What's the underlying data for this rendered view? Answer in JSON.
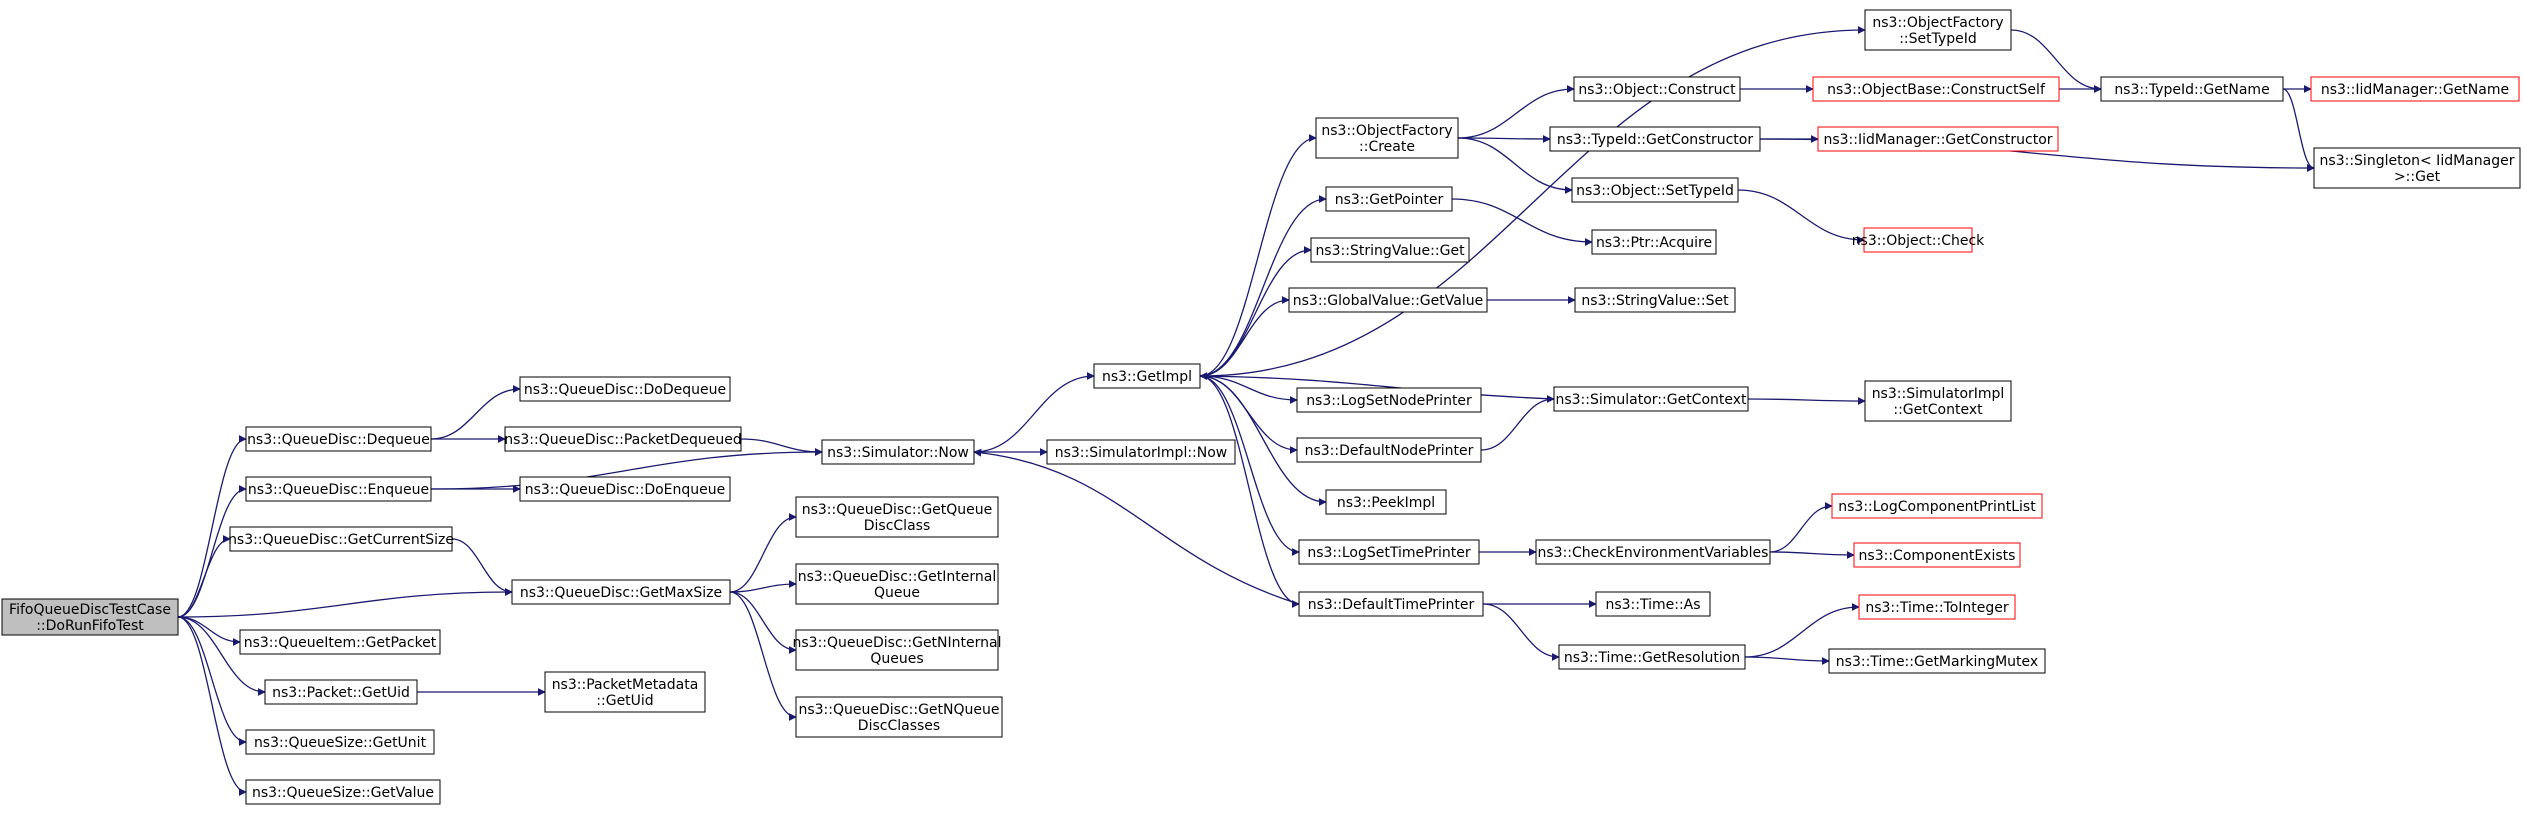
{
  "colors": {
    "edge": "#191970",
    "border": "#000000",
    "border_truncated": "#ff0000",
    "root_fill": "#bfbfbf",
    "fill": "#ffffff"
  },
  "graph": {
    "nodes": [
      {
        "id": "root",
        "lines": [
          "FifoQueueDiscTestCase",
          "::DoRunFifoTest"
        ],
        "root": true
      },
      {
        "id": "qd_dequeue",
        "lines": [
          "ns3::QueueDisc::Dequeue"
        ]
      },
      {
        "id": "qd_enqueue",
        "lines": [
          "ns3::QueueDisc::Enqueue"
        ]
      },
      {
        "id": "qd_getcursize",
        "lines": [
          "ns3::QueueDisc::GetCurrentSize"
        ]
      },
      {
        "id": "qi_getpacket",
        "lines": [
          "ns3::QueueItem::GetPacket"
        ]
      },
      {
        "id": "pkt_getuid",
        "lines": [
          "ns3::Packet::GetUid"
        ]
      },
      {
        "id": "qs_getunit",
        "lines": [
          "ns3::QueueSize::GetUnit"
        ]
      },
      {
        "id": "qs_getvalue",
        "lines": [
          "ns3::QueueSize::GetValue"
        ]
      },
      {
        "id": "qd_dodequeue",
        "lines": [
          "ns3::QueueDisc::DoDequeue"
        ]
      },
      {
        "id": "qd_pktdequeued",
        "lines": [
          "ns3::QueueDisc::PacketDequeued"
        ]
      },
      {
        "id": "qd_doenqueue",
        "lines": [
          "ns3::QueueDisc::DoEnqueue"
        ]
      },
      {
        "id": "qd_getmaxsize",
        "lines": [
          "ns3::QueueDisc::GetMaxSize"
        ]
      },
      {
        "id": "pm_getuid",
        "lines": [
          "ns3::PacketMetadata",
          "::GetUid"
        ]
      },
      {
        "id": "qd_getqdc",
        "lines": [
          "ns3::QueueDisc::GetQueue",
          "DiscClass"
        ]
      },
      {
        "id": "qd_getintq",
        "lines": [
          "ns3::QueueDisc::GetInternal",
          "Queue"
        ]
      },
      {
        "id": "qd_getnintq",
        "lines": [
          "ns3::QueueDisc::GetNInternal",
          "Queues"
        ]
      },
      {
        "id": "qd_getnqdc",
        "lines": [
          "ns3::QueueDisc::GetNQueue",
          "DiscClasses"
        ]
      },
      {
        "id": "sim_now",
        "lines": [
          "ns3::Simulator::Now"
        ]
      },
      {
        "id": "simimpl_now",
        "lines": [
          "ns3::SimulatorImpl::Now"
        ]
      },
      {
        "id": "getimpl",
        "lines": [
          "ns3::GetImpl"
        ]
      },
      {
        "id": "of_create",
        "lines": [
          "ns3::ObjectFactory",
          "::Create"
        ]
      },
      {
        "id": "getpointer",
        "lines": [
          "ns3::GetPointer"
        ]
      },
      {
        "id": "sv_get",
        "lines": [
          "ns3::StringValue::Get"
        ]
      },
      {
        "id": "gv_getvalue",
        "lines": [
          "ns3::GlobalValue::GetValue"
        ]
      },
      {
        "id": "logsetnode",
        "lines": [
          "ns3::LogSetNodePrinter"
        ]
      },
      {
        "id": "defnode",
        "lines": [
          "ns3::DefaultNodePrinter"
        ]
      },
      {
        "id": "peekimpl",
        "lines": [
          "ns3::PeekImpl"
        ]
      },
      {
        "id": "logsettime",
        "lines": [
          "ns3::LogSetTimePrinter"
        ]
      },
      {
        "id": "deftime",
        "lines": [
          "ns3::DefaultTimePrinter"
        ]
      },
      {
        "id": "of_settypeid",
        "lines": [
          "ns3::ObjectFactory",
          "::SetTypeId"
        ]
      },
      {
        "id": "obj_construct",
        "lines": [
          "ns3::Object::Construct"
        ]
      },
      {
        "id": "tid_getctor",
        "lines": [
          "ns3::TypeId::GetConstructor"
        ]
      },
      {
        "id": "obj_settypeid",
        "lines": [
          "ns3::Object::SetTypeId"
        ]
      },
      {
        "id": "ptr_acquire",
        "lines": [
          "ns3::Ptr::Acquire"
        ]
      },
      {
        "id": "sv_set",
        "lines": [
          "ns3::StringValue::Set"
        ]
      },
      {
        "id": "sim_getctx",
        "lines": [
          "ns3::Simulator::GetContext"
        ]
      },
      {
        "id": "checkenv",
        "lines": [
          "ns3::CheckEnvironmentVariables"
        ]
      },
      {
        "id": "time_as",
        "lines": [
          "ns3::Time::As"
        ]
      },
      {
        "id": "time_getres",
        "lines": [
          "ns3::Time::GetResolution"
        ]
      },
      {
        "id": "ob_constructself",
        "lines": [
          "ns3::ObjectBase::ConstructSelf"
        ],
        "truncated": true
      },
      {
        "id": "iid_getctor",
        "lines": [
          "ns3::IidManager::GetConstructor"
        ],
        "truncated": true
      },
      {
        "id": "obj_check",
        "lines": [
          "ns3::Object::Check"
        ],
        "truncated": true
      },
      {
        "id": "simimpl_getctx",
        "lines": [
          "ns3::SimulatorImpl",
          "::GetContext"
        ]
      },
      {
        "id": "logcomplist",
        "lines": [
          "ns3::LogComponentPrintList"
        ],
        "truncated": true
      },
      {
        "id": "compexists",
        "lines": [
          "ns3::ComponentExists"
        ],
        "truncated": true
      },
      {
        "id": "time_tointeger",
        "lines": [
          "ns3::Time::ToInteger"
        ],
        "truncated": true
      },
      {
        "id": "time_getmm",
        "lines": [
          "ns3::Time::GetMarkingMutex"
        ]
      },
      {
        "id": "tid_getname",
        "lines": [
          "ns3::TypeId::GetName"
        ]
      },
      {
        "id": "iid_getname",
        "lines": [
          "ns3::IidManager::GetName"
        ],
        "truncated": true
      },
      {
        "id": "singleton_get",
        "lines": [
          "ns3::Singleton< IidManager",
          " >::Get"
        ]
      }
    ],
    "edges": [
      [
        "root",
        "qd_dequeue"
      ],
      [
        "root",
        "qd_enqueue"
      ],
      [
        "root",
        "qd_getcursize"
      ],
      [
        "root",
        "qd_getmaxsize"
      ],
      [
        "root",
        "qi_getpacket"
      ],
      [
        "root",
        "pkt_getuid"
      ],
      [
        "root",
        "qs_getunit"
      ],
      [
        "root",
        "qs_getvalue"
      ],
      [
        "qd_dequeue",
        "qd_dodequeue"
      ],
      [
        "qd_dequeue",
        "qd_pktdequeued"
      ],
      [
        "qd_pktdequeued",
        "sim_now"
      ],
      [
        "qd_enqueue",
        "qd_doenqueue"
      ],
      [
        "qd_enqueue",
        "sim_now"
      ],
      [
        "qd_getcursize",
        "qd_getmaxsize"
      ],
      [
        "qd_getmaxsize",
        "qd_getqdc"
      ],
      [
        "qd_getmaxsize",
        "qd_getintq"
      ],
      [
        "qd_getmaxsize",
        "qd_getnintq"
      ],
      [
        "qd_getmaxsize",
        "qd_getnqdc"
      ],
      [
        "pkt_getuid",
        "pm_getuid"
      ],
      [
        "sim_now",
        "getimpl"
      ],
      [
        "sim_now",
        "simimpl_now"
      ],
      [
        "getimpl",
        "of_settypeid"
      ],
      [
        "getimpl",
        "of_create"
      ],
      [
        "getimpl",
        "getpointer"
      ],
      [
        "getimpl",
        "sv_get"
      ],
      [
        "getimpl",
        "gv_getvalue"
      ],
      [
        "getimpl",
        "logsetnode"
      ],
      [
        "getimpl",
        "defnode"
      ],
      [
        "getimpl",
        "peekimpl"
      ],
      [
        "getimpl",
        "logsettime"
      ],
      [
        "getimpl",
        "deftime"
      ],
      [
        "of_create",
        "obj_construct"
      ],
      [
        "of_create",
        "tid_getctor"
      ],
      [
        "of_create",
        "obj_settypeid"
      ],
      [
        "getpointer",
        "ptr_acquire"
      ],
      [
        "gv_getvalue",
        "sv_set"
      ],
      [
        "defnode",
        "sim_getctx"
      ],
      [
        "sim_getctx",
        "getimpl"
      ],
      [
        "sim_getctx",
        "simimpl_getctx"
      ],
      [
        "logsettime",
        "checkenv"
      ],
      [
        "checkenv",
        "logcomplist"
      ],
      [
        "checkenv",
        "compexists"
      ],
      [
        "deftime",
        "sim_now"
      ],
      [
        "deftime",
        "time_as"
      ],
      [
        "deftime",
        "time_getres"
      ],
      [
        "time_getres",
        "time_tointeger"
      ],
      [
        "time_getres",
        "time_getmm"
      ],
      [
        "obj_construct",
        "ob_constructself"
      ],
      [
        "ob_constructself",
        "tid_getname"
      ],
      [
        "of_settypeid",
        "tid_getname"
      ],
      [
        "tid_getname",
        "iid_getname"
      ],
      [
        "tid_getname",
        "singleton_get"
      ],
      [
        "tid_getctor",
        "iid_getctor"
      ],
      [
        "tid_getctor",
        "singleton_get"
      ],
      [
        "obj_settypeid",
        "obj_check"
      ]
    ]
  }
}
